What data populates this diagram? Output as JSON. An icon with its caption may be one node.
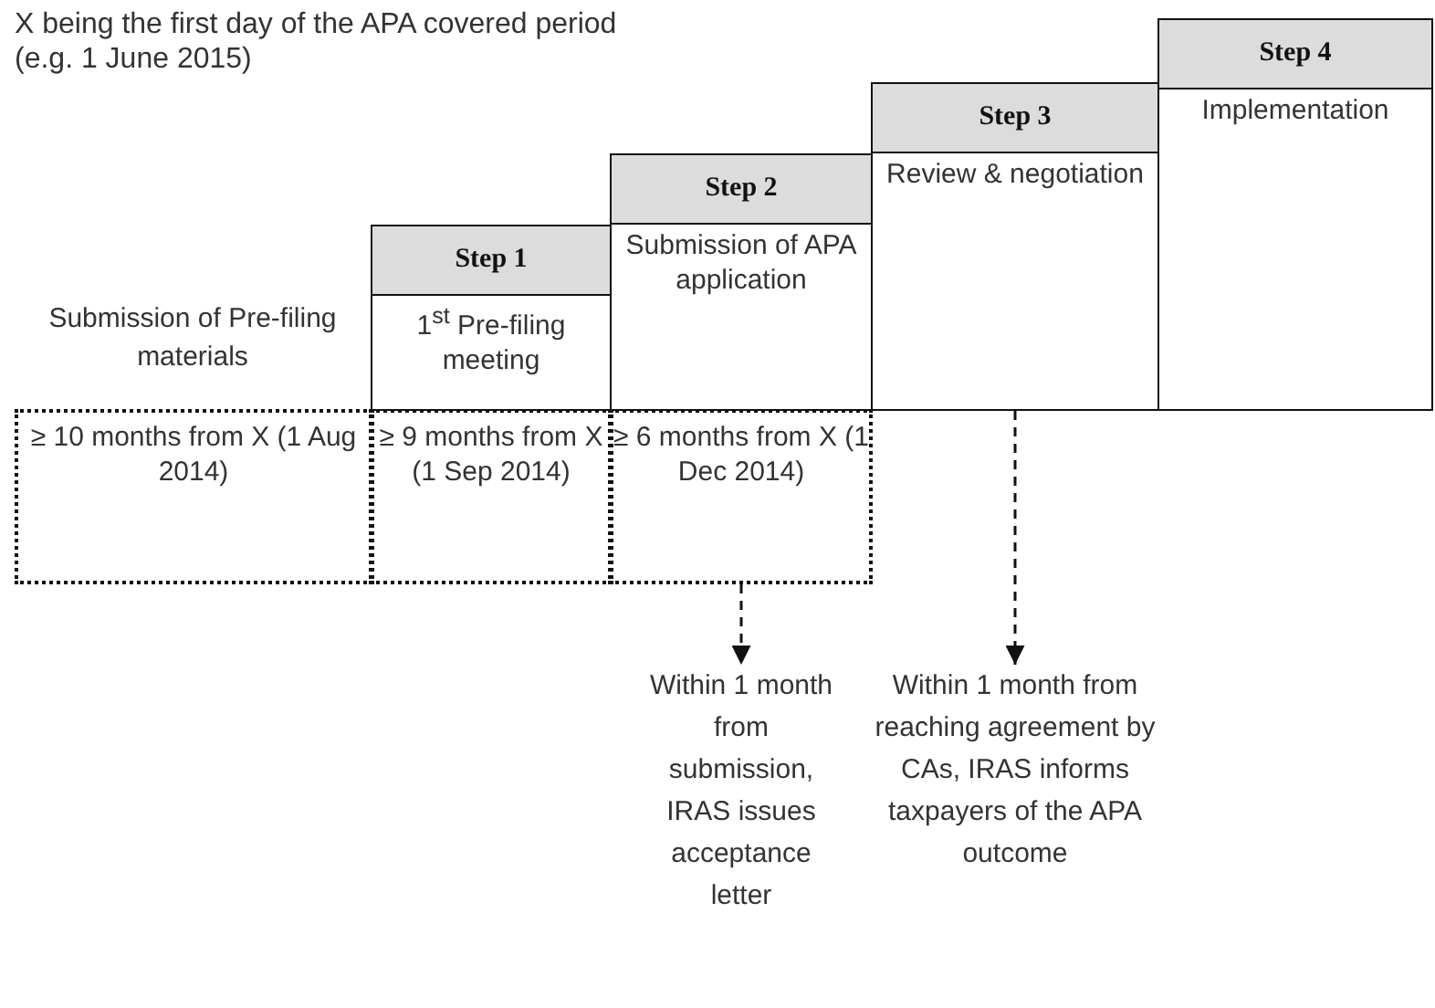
{
  "diagram": {
    "title": "X being the first day of the APA covered period (e.g. 1 June 2015)",
    "nodes": [
      {
        "text": [
          "Step 1",
          "1$^{st}$ Pre-filing meeting"
        ]
      },
      {
        "text": [
          "Step 2",
          "Submission of APA application"
        ]
      },
      {
        "text": [
          "Step 3",
          "Review & negotiation"
        ]
      },
      {
        "text": [
          "Step 4",
          "Implementation"
        ]
      },
      {
        "text": [
          "≥ 10 months from X (1 Aug 2014)"
        ]
      },
      {
        "text": [
          "≥ 9 months from X (1 Sep 2014)"
        ]
      },
      {
        "text": [
          "≥ 6 months from X (1 Dec 2014)"
        ]
      },
      {
        "text": [
          "Within 1 month from submission, IRAS issues acceptance letter"
        ]
      },
      {
        "text": [
          "Within 1 month from reaching agreement by CAs, IRAS informs taxpayers of the APA outcome"
        ]
      }
    ],
    "edges": [
      {
        "from": 6,
        "to": 7,
        "arrow": "to",
        "style": "dashed"
      },
      {
        "from": 2,
        "to": 8,
        "arrow": "to",
        "style": "dashed"
      }
    ],
    "labels": [
      "Submission of Pre-filing materials"
    ]
  }
}
